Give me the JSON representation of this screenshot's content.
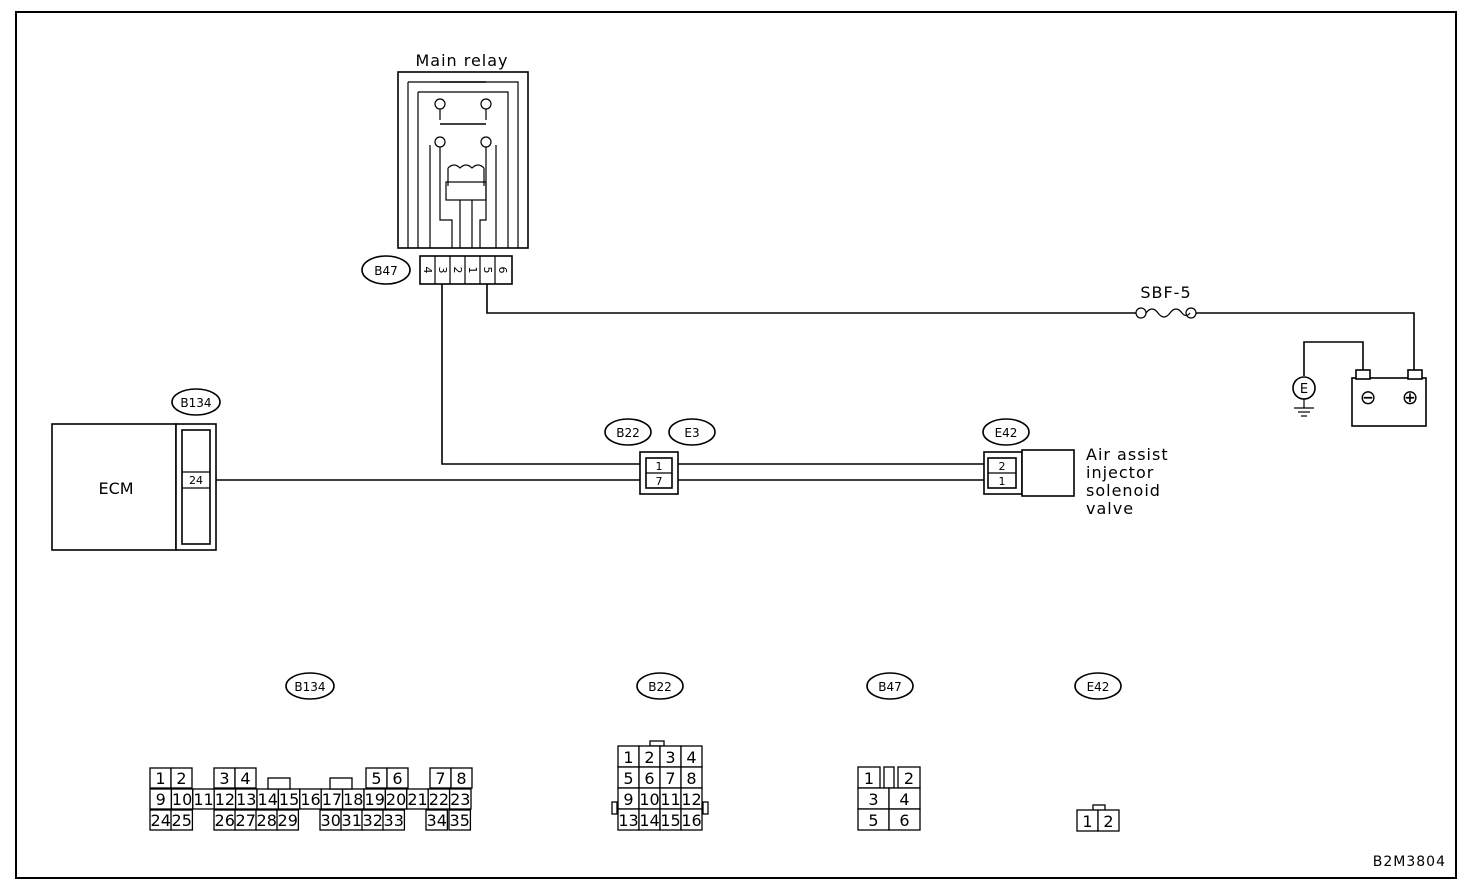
{
  "diagram": {
    "relay_title": "Main relay",
    "connectors": {
      "b47": "B47",
      "b134": "B134",
      "b22": "B22",
      "e3": "E3",
      "e42": "E42"
    },
    "b47_pins": [
      "4",
      "3",
      "2",
      "1",
      "5",
      "6"
    ],
    "ecm_label": "ECM",
    "ecm_pin": "24",
    "junction_pins": [
      "1",
      "7"
    ],
    "e42_pins": [
      "2",
      "1"
    ],
    "fuse_label": "SBF-5",
    "ground_label": "E",
    "battery_neg": "⊖",
    "battery_pos": "⊕",
    "valve_label": [
      "Air assist",
      "injector",
      "solenoid",
      "valve"
    ],
    "figure_code": "B2M3804"
  },
  "legend": {
    "b134_label": "B134",
    "b22_label": "B22",
    "b47_label": "B47",
    "e42_label": "E42",
    "b134_rows": [
      [
        "1",
        "2",
        "",
        "3",
        "4",
        "",
        "",
        "",
        "",
        "5",
        "6",
        "",
        "7",
        "8"
      ],
      [
        "9",
        "10",
        "11",
        "12",
        "13",
        "14",
        "15",
        "16",
        "17",
        "18",
        "19",
        "20",
        "21",
        "22",
        "23"
      ],
      [
        "24",
        "25",
        "26",
        "27",
        "28",
        "29",
        "30",
        "31",
        "32",
        "33",
        "34",
        "35"
      ]
    ],
    "b22_rows": [
      [
        "1",
        "2",
        "3",
        "4"
      ],
      [
        "5",
        "6",
        "7",
        "8"
      ],
      [
        "9",
        "10",
        "11",
        "12"
      ],
      [
        "13",
        "14",
        "15",
        "16"
      ]
    ],
    "b47_rows": [
      [
        "1",
        "2"
      ],
      [
        "3",
        "4"
      ],
      [
        "5",
        "6"
      ]
    ],
    "e42_pins": [
      "1",
      "2"
    ]
  }
}
